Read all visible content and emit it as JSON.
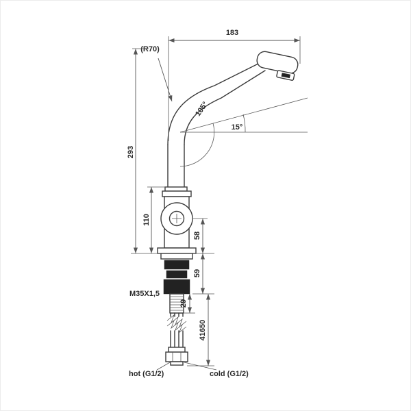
{
  "drawing": {
    "subject": "faucet-dimensional-drawing",
    "line_color": "#3a3a3a",
    "labels": {
      "dim_width_top": "183",
      "radius": "(R70)",
      "angle_bend": "105°",
      "angle_spout": "15°",
      "dim_height_total": "293",
      "dim_body_height": "110",
      "dim_above_deck": "58",
      "dim_below_deck": "59",
      "thread_spec": "M35X1,5",
      "dim_shank": "29",
      "dim_hose_length": "41650",
      "hot_connection": "hot (G1/2)",
      "cold_connection": "cold (G1/2)"
    }
  }
}
